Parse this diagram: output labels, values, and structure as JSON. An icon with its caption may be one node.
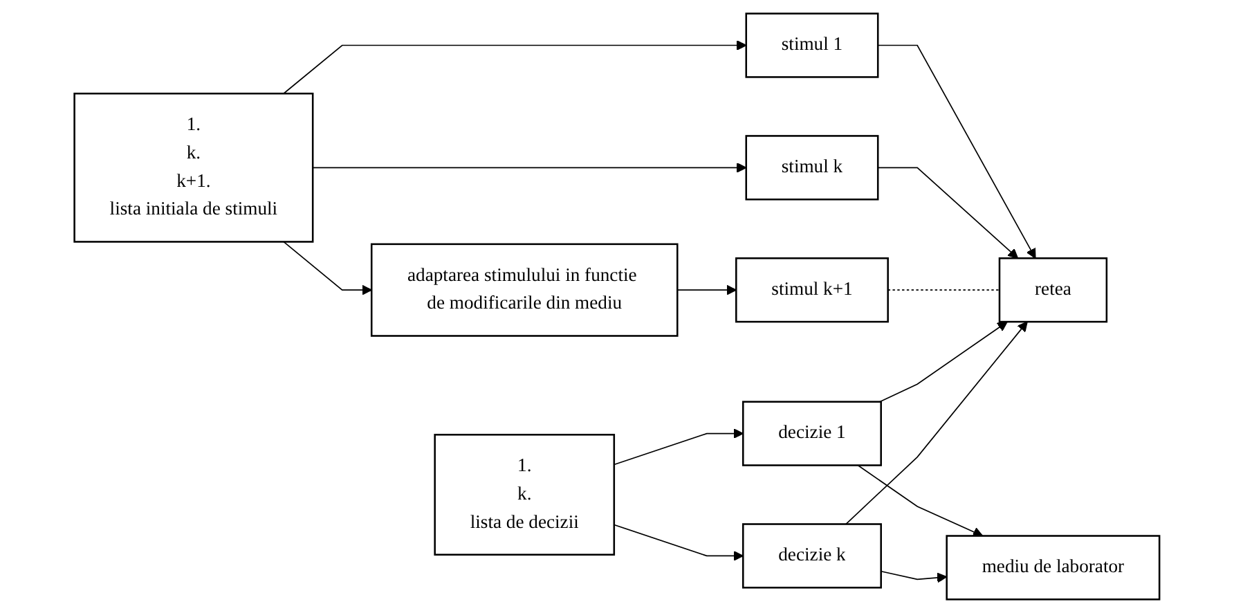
{
  "diagram": {
    "nodes": [
      {
        "text": [
          "1.",
          "k.",
          "k+1.",
          "lista initiala de stimuli"
        ]
      },
      {
        "text": [
          "stimul 1"
        ]
      },
      {
        "text": [
          "stimul k"
        ]
      },
      {
        "text": [
          "stimul k+1"
        ]
      },
      {
        "text": [
          "retea"
        ]
      },
      {
        "text": [
          "1.",
          "k.",
          "lista de decizii"
        ]
      },
      {
        "text": [
          "decizie 1"
        ]
      },
      {
        "text": [
          "decizie k"
        ]
      },
      {
        "text": [
          "adaptarea stimulului in functie de modificarile din mediu"
        ]
      },
      {
        "text": [
          "mediu de laborator"
        ]
      }
    ],
    "edges": [
      {
        "from": 0,
        "to": 1,
        "arrow": "to"
      },
      {
        "from": 0,
        "to": 2,
        "arrow": "to"
      },
      {
        "from": 0,
        "to": 8,
        "arrow": "to"
      },
      {
        "from": 1,
        "to": 4,
        "arrow": "to"
      },
      {
        "from": 2,
        "to": 4,
        "arrow": "to"
      },
      {
        "from": 3,
        "to": 4,
        "arrow": "none",
        "style": "dashed"
      },
      {
        "from": 8,
        "to": 3,
        "arrow": "to"
      },
      {
        "from": 5,
        "to": 6,
        "arrow": "to"
      },
      {
        "from": 5,
        "to": 7,
        "arrow": "to"
      },
      {
        "from": 6,
        "to": 4,
        "arrow": "to"
      },
      {
        "from": 7,
        "to": 4,
        "arrow": "to"
      },
      {
        "from": 6,
        "to": 9,
        "arrow": "to"
      },
      {
        "from": 7,
        "to": 9,
        "arrow": "to"
      }
    ]
  }
}
